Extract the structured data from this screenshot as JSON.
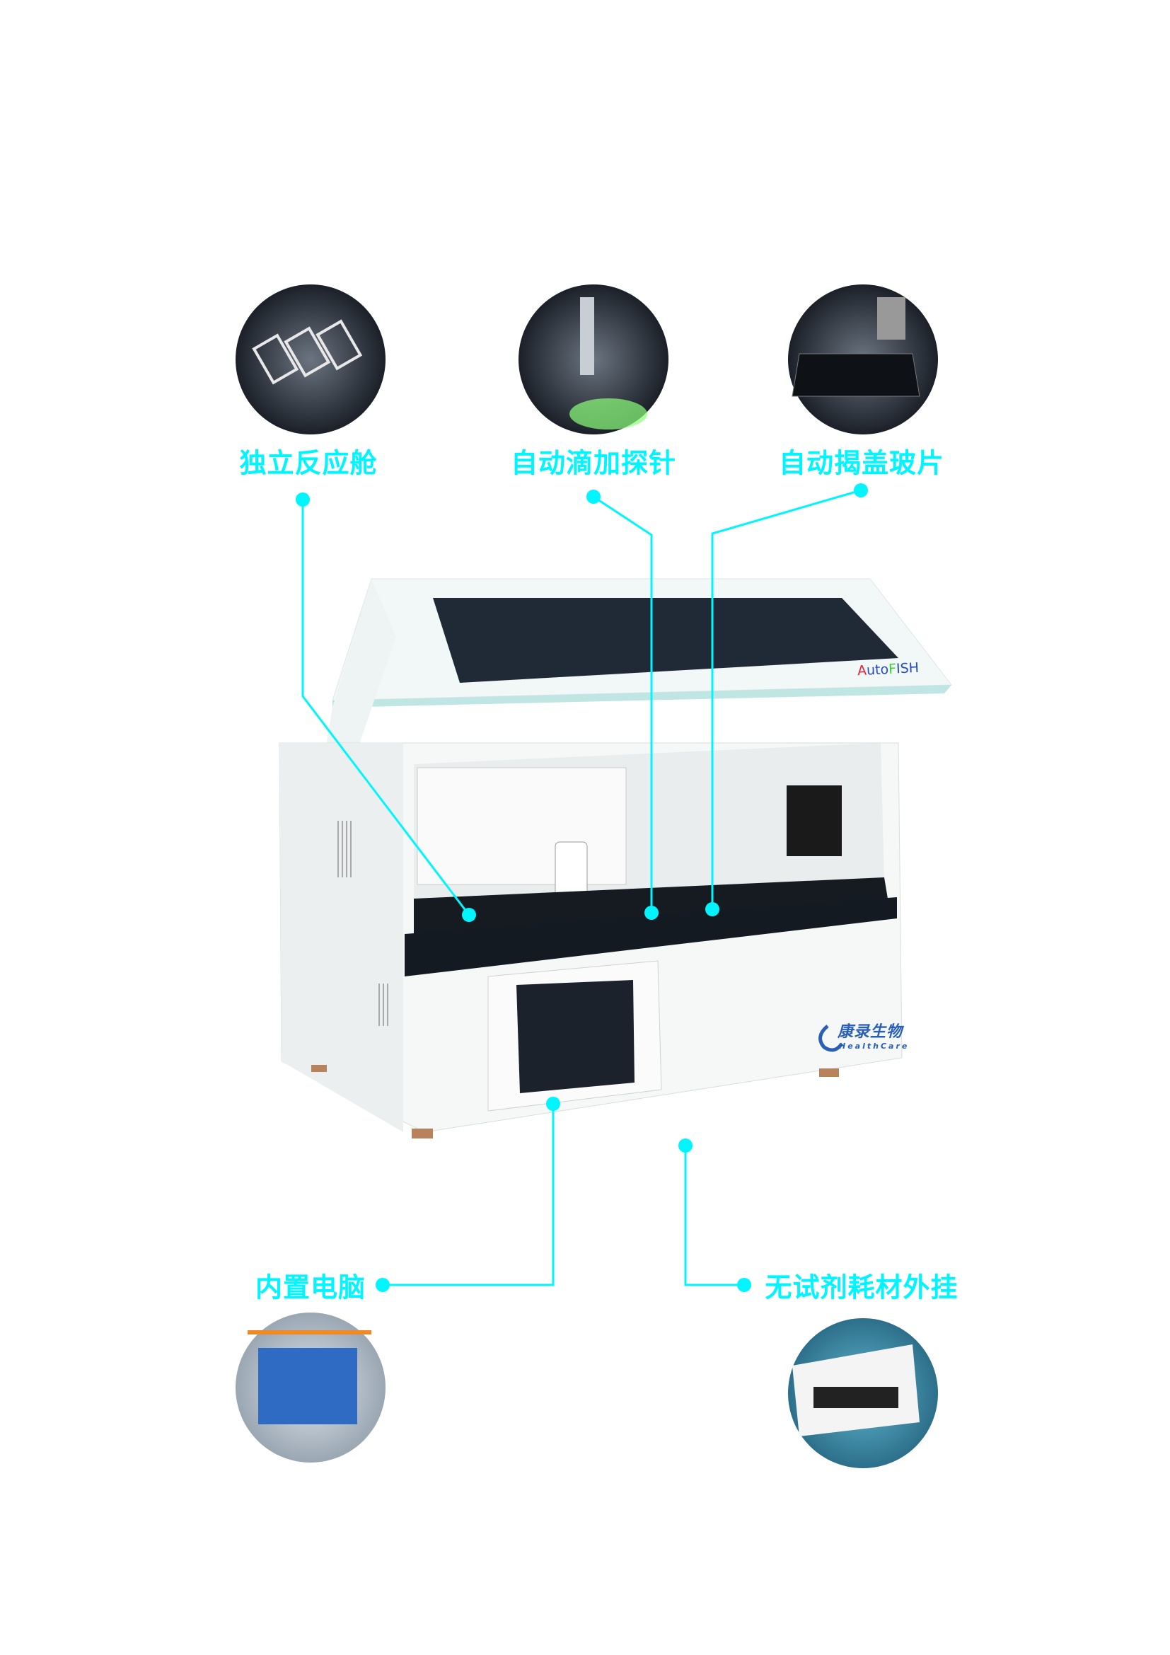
{
  "features": [
    {
      "label": "独立反应舱"
    },
    {
      "label": "自动滴加探针"
    },
    {
      "label": "自动揭盖玻片"
    },
    {
      "label": "内置电脑"
    },
    {
      "label": "无试剂耗材外挂"
    }
  ],
  "product": {
    "name_parts": [
      "A",
      "uto",
      "F",
      "ISH"
    ],
    "brand_cn": "康录生物",
    "brand_en": "HealthCare"
  },
  "colors": {
    "accent": "#00f5ff",
    "brand": "#2a5fb8"
  }
}
